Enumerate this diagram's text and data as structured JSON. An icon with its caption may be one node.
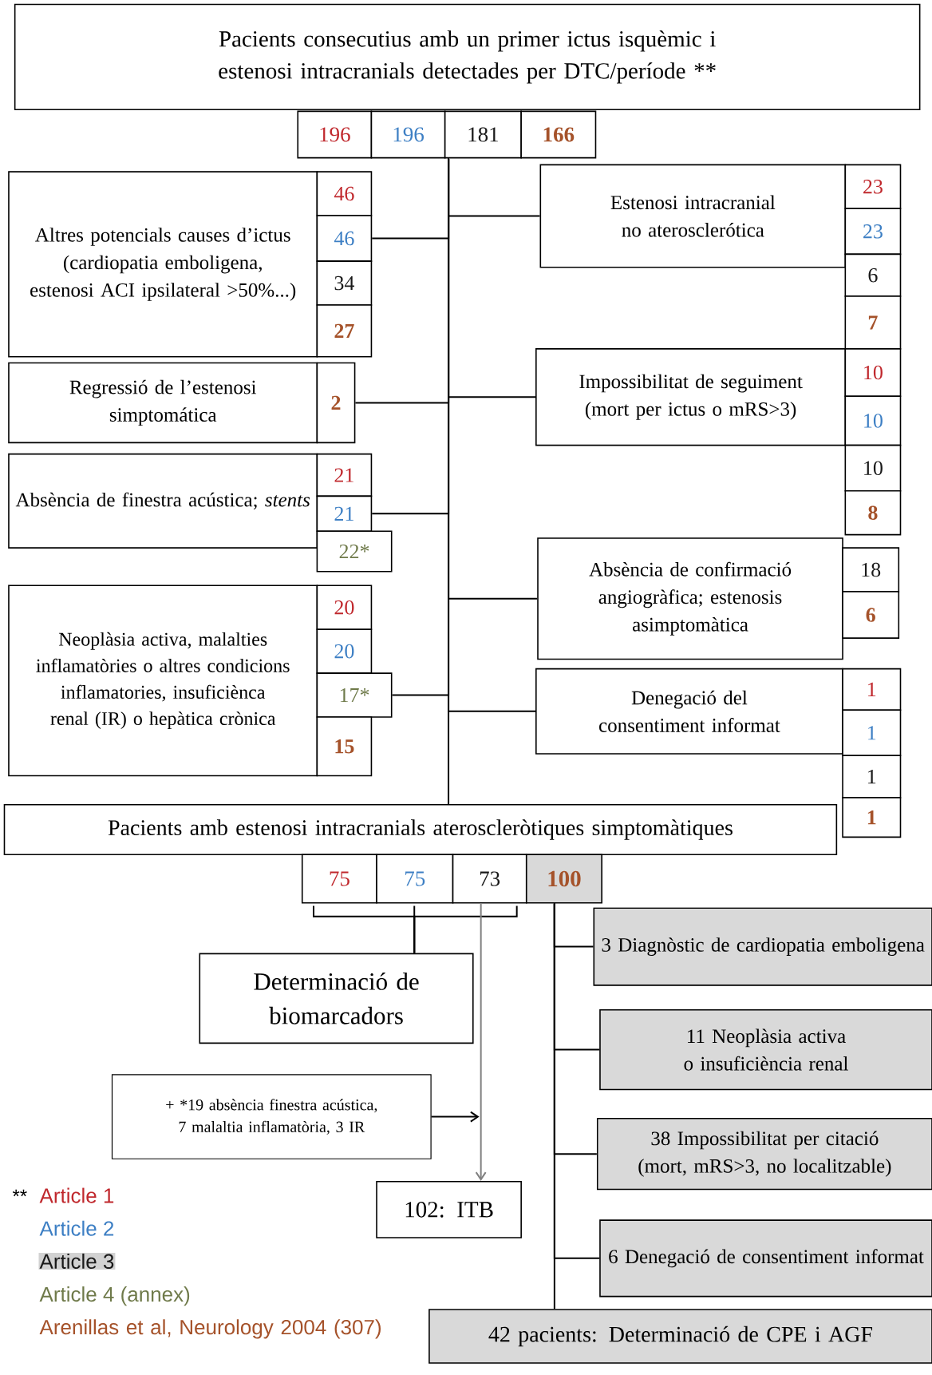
{
  "diagram": {
    "nodes": [
      {
        "text": [
          "Pacients consecutius amb un primer ictus isquèmic i estenosi intracranials detectades per DTC/període **"
        ]
      },
      {
        "text": [
          "196"
        ]
      },
      {
        "text": [
          "196"
        ]
      },
      {
        "text": [
          "181"
        ]
      },
      {
        "text": [
          "166"
        ]
      },
      {
        "text": [
          "Altres potencials causes d’ictus (cardiopatia emboligena, estenosi ACI ipsilateral >50%...)"
        ]
      },
      {
        "text": [
          "46"
        ]
      },
      {
        "text": [
          "46"
        ]
      },
      {
        "text": [
          "34"
        ]
      },
      {
        "text": [
          "27"
        ]
      },
      {
        "text": [
          "Estenosi intracranial no aterosclerótica"
        ]
      },
      {
        "text": [
          "23"
        ]
      },
      {
        "text": [
          "23"
        ]
      },
      {
        "text": [
          "6"
        ]
      },
      {
        "text": [
          "7"
        ]
      },
      {
        "text": [
          "Regressió de l’estenosi simptomática"
        ]
      },
      {
        "text": [
          "2"
        ]
      },
      {
        "text": [
          "Impossibilitat de seguiment (mort per ictus o mRS>3)"
        ]
      },
      {
        "text": [
          "10"
        ]
      },
      {
        "text": [
          "10"
        ]
      },
      {
        "text": [
          "10"
        ]
      },
      {
        "text": [
          "8"
        ]
      },
      {
        "text": [
          "Absència de finestra acústica; *stents*"
        ]
      },
      {
        "text": [
          "21"
        ]
      },
      {
        "text": [
          "21"
        ]
      },
      {
        "text": [
          "22*"
        ]
      },
      {
        "text": [
          "Absència de confirmació angiogràfica; estenosis asimptomàtica"
        ]
      },
      {
        "text": [
          "18"
        ]
      },
      {
        "text": [
          "6"
        ]
      },
      {
        "text": [
          "Neoplàsia activa, malalties inflamatòries o altres condicions inflamatories, insuficiènca renal (IR) o hepàtica crònica"
        ]
      },
      {
        "text": [
          "20"
        ]
      },
      {
        "text": [
          "20"
        ]
      },
      {
        "text": [
          "17*"
        ]
      },
      {
        "text": [
          "15"
        ]
      },
      {
        "text": [
          "Denegació del consentiment informat"
        ]
      },
      {
        "text": [
          "1"
        ]
      },
      {
        "text": [
          "1"
        ]
      },
      {
        "text": [
          "1"
        ]
      },
      {
        "text": [
          "1"
        ]
      },
      {
        "text": [
          "Pacients amb estenosi intracranials ateroscleròtiques simptomàtiques"
        ]
      },
      {
        "text": [
          "75"
        ]
      },
      {
        "text": [
          "75"
        ]
      },
      {
        "text": [
          "73"
        ]
      },
      {
        "text": [
          "100"
        ]
      },
      {
        "text": [
          "3 Diagnòstic de cardiopatia emboligena"
        ]
      },
      {
        "text": [
          "Determinació de biomarcadors"
        ]
      },
      {
        "text": [
          "11 Neoplàsia activa o insuficiència renal"
        ]
      },
      {
        "text": [
          "+ *19 absència finestra acústica, 7 malaltia inflamatòria, 3 IR"
        ]
      },
      {
        "text": [
          "38 Impossibilitat per citació (mort, mRS>3, no localitzable)"
        ]
      },
      {
        "text": [
          "102: ITB"
        ]
      },
      {
        "text": [
          "6 Denegació de consentiment informat"
        ]
      },
      {
        "text": [
          "42 pacients: Determinació de CPE i AGF"
        ]
      }
    ],
    "edges": [
      {
        "from": 3,
        "to": 39,
        "arrow": "none"
      },
      {
        "from": 3,
        "to": 7,
        "arrow": "none"
      },
      {
        "from": 3,
        "to": 10,
        "arrow": "none"
      },
      {
        "from": 3,
        "to": 16,
        "arrow": "none"
      },
      {
        "from": 3,
        "to": 17,
        "arrow": "none"
      },
      {
        "from": 3,
        "to": 24,
        "arrow": "none"
      },
      {
        "from": 3,
        "to": 26,
        "arrow": "none"
      },
      {
        "from": 3,
        "to": 32,
        "arrow": "none"
      },
      {
        "from": 3,
        "to": 34,
        "arrow": "none"
      },
      {
        "from": 40,
        "to": 45,
        "arrow": "none"
      },
      {
        "from": 41,
        "to": 45,
        "arrow": "none"
      },
      {
        "from": 42,
        "to": 45,
        "arrow": "none"
      },
      {
        "from": 42,
        "to": 49,
        "arrow": "to",
        "color": "#808080"
      },
      {
        "from": 47,
        "to": null,
        "arrow": "to"
      },
      {
        "from": 43,
        "to": 44,
        "arrow": "none"
      },
      {
        "from": 43,
        "to": 46,
        "arrow": "none"
      },
      {
        "from": 43,
        "to": 48,
        "arrow": "none"
      },
      {
        "from": 43,
        "to": 50,
        "arrow": "none"
      },
      {
        "from": 43,
        "to": 51,
        "arrow": "none"
      }
    ],
    "labels": [
      "**"
    ],
    "legend": [
      {
        "text": "Article 1",
        "color": "#c0282d"
      },
      {
        "text": "Article 2",
        "color": "#3d7fc4"
      },
      {
        "text": "Article 3",
        "color": "#1a1a1a"
      },
      {
        "text": "Article 4 (annex)",
        "color": "#6f7a4a"
      },
      {
        "text": "Arenillas et al, Neurology 2004 (307)",
        "color": "#a5522a"
      }
    ]
  }
}
